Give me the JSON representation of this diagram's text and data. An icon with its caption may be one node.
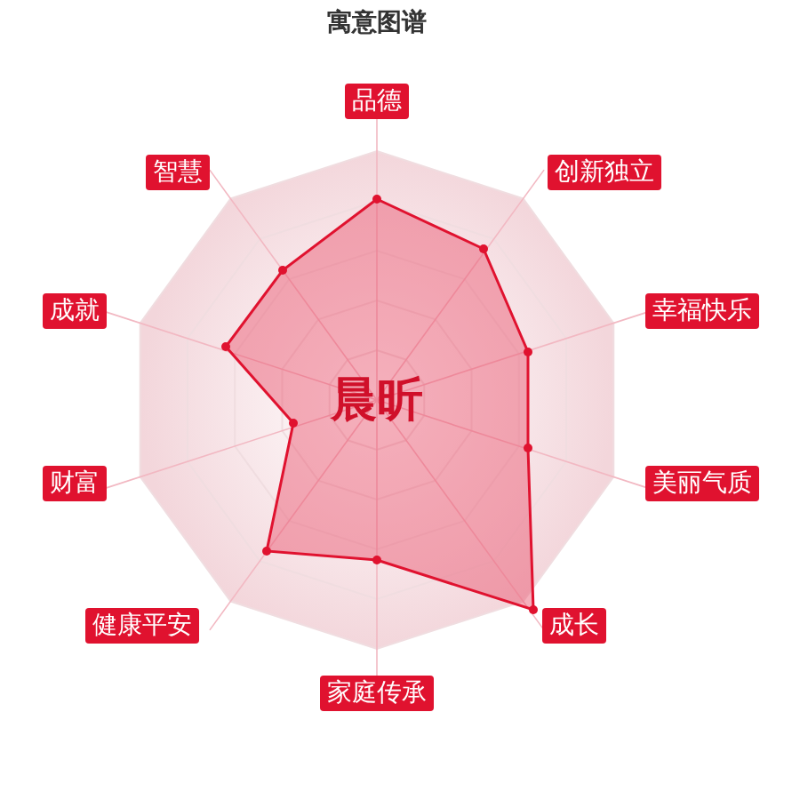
{
  "diagram": {
    "title": "寓意图谱",
    "labels": [
      "品德",
      "创新独立",
      "幸福快乐",
      "美丽气质",
      "成长",
      "家庭传承",
      "健康平安",
      "财富",
      "成就",
      "智慧",
      "晨昕"
    ]
  }
}
